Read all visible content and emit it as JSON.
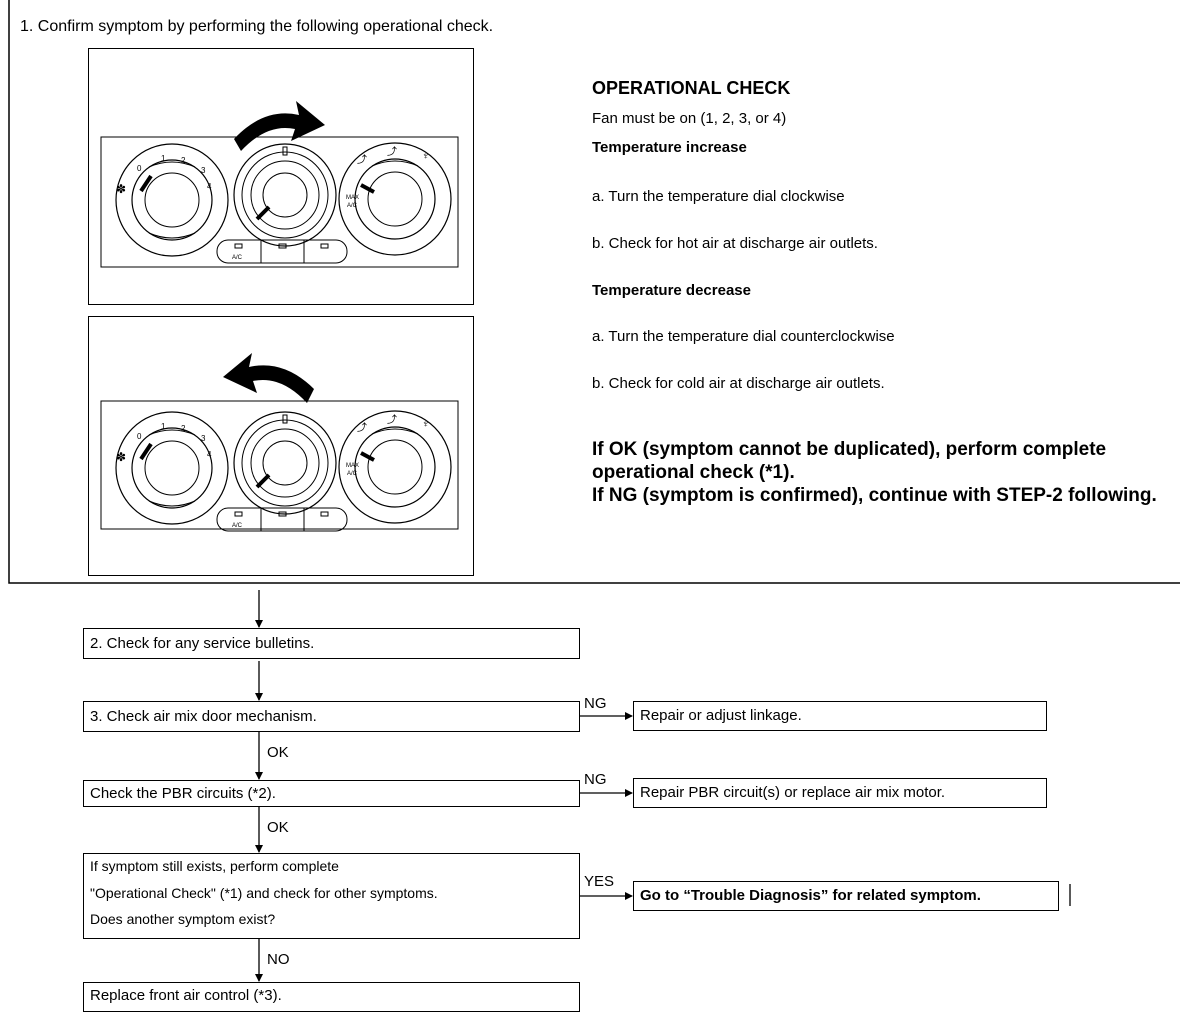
{
  "step1": {
    "text": "1. Confirm symptom by performing the following operational check."
  },
  "panels": {
    "fan_labels": [
      "0",
      "1",
      "2",
      "3",
      "4"
    ],
    "mode_labels": [
      "MAX",
      "A/C"
    ],
    "button_labels": [
      "A/C"
    ]
  },
  "operational_check": {
    "title": "OPERATIONAL CHECK",
    "fan_note": "Fan must be on (1, 2, 3, or 4)",
    "increase": {
      "heading": "Temperature increase",
      "step_a": "a. Turn the temperature dial clockwise",
      "step_b": "b. Check for hot air at discharge air outlets."
    },
    "decrease": {
      "heading": "Temperature decrease",
      "step_a": "a. Turn the temperature dial counterclockwise",
      "step_b": "b. Check for cold air at discharge air outlets."
    },
    "result_ok": "If OK (symptom cannot be duplicated), perform complete operational check (*1).",
    "result_ng": "If NG (symptom is confirmed), continue with STEP-2 following."
  },
  "flow": {
    "step2": "2. Check for any service bulletins.",
    "step3": "3. Check air mix door mechanism.",
    "repair_linkage": "Repair or adjust linkage.",
    "pbr_check": "Check the PBR circuits (*2).",
    "repair_pbr": "Repair PBR circuit(s) or replace air mix motor.",
    "symptom_line1": "If symptom still exists, perform complete",
    "symptom_line2": "\"Operational Check\" (*1) and check for other symptoms.",
    "symptom_line3": "Does another symptom exist?",
    "go_trouble": "Go to “Trouble Diagnosis” for related symptom.",
    "replace_control": "Replace front air control (*3).",
    "label_ng_1": "NG",
    "label_ok_1": "OK",
    "label_ng_2": "NG",
    "label_ok_2": "OK",
    "label_yes": "YES",
    "label_no": "NO"
  }
}
